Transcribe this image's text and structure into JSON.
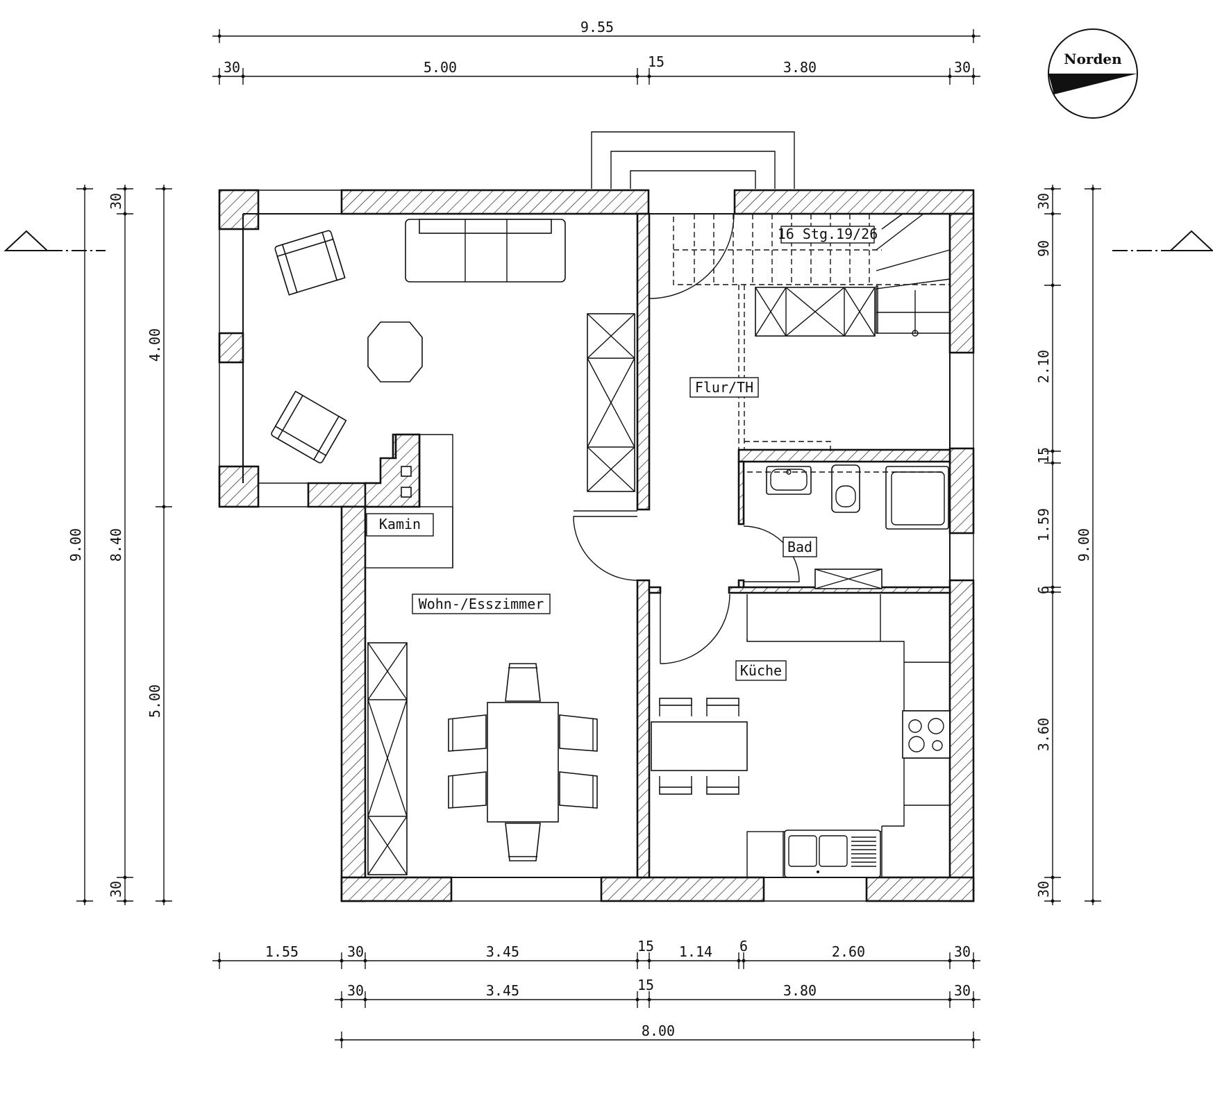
{
  "north_label": "Norden",
  "rooms": {
    "wohn": "Wohn-/Esszimmer",
    "kamin": "Kamin",
    "flur": "Flur/TH",
    "bad": "Bad",
    "kueche": "Küche",
    "stair": "16 Stg.19/26"
  },
  "dims_top": {
    "total": "9.55",
    "a30": "30",
    "a500": "5.00",
    "a15": "15",
    "a380": "3.80",
    "b30": "30"
  },
  "dims_bottom": {
    "r1": {
      "d155": "1.55",
      "d30a": "30",
      "d345": "3.45",
      "d15": "15",
      "d114": "1.14",
      "d6": "6",
      "d260": "2.60",
      "d30b": "30"
    },
    "r2": {
      "d30a": "30",
      "d345": "3.45",
      "d15": "15",
      "d380": "3.80",
      "d30b": "30"
    },
    "r3": {
      "d800": "8.00"
    }
  },
  "dims_left": {
    "outer": "9.00",
    "mid": {
      "t30": "30",
      "d840": "8.40",
      "b30": "30"
    },
    "inner": {
      "d400": "4.00",
      "d500": "5.00"
    }
  },
  "dims_right": {
    "inner": {
      "t30": "30",
      "d90": "90",
      "d210": "2.10",
      "d15": "15",
      "d159": "1.59",
      "d6": "6",
      "d360": "3.60",
      "b30": "30"
    },
    "outer": "9.00"
  }
}
